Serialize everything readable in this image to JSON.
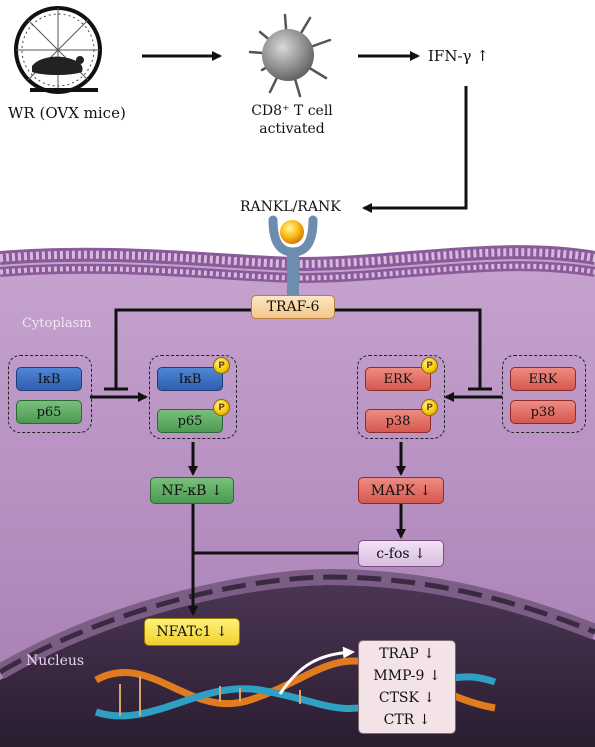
{
  "top": {
    "wheel_label": "WR (OVX mice)",
    "tcell_label_line1": "CD8⁺ T cell",
    "tcell_label_line2": "activated",
    "ifn_label": "IFN-γ ↑",
    "receptor_label": "RANKL/RANK"
  },
  "regions": {
    "cytoplasm": "Cytoplasm",
    "nucleus": "Nucleus"
  },
  "nodes": {
    "traf6": "TRAF-6",
    "ikb_inactive": "IκB",
    "p65_inactive": "p65",
    "ikb_active": "IκB",
    "p65_active": "p65",
    "erk_active": "ERK",
    "p38_active": "p38",
    "erk_inactive": "ERK",
    "p38_inactive": "p38",
    "nfkb": "NF-κB ↓",
    "mapk": "MAPK ↓",
    "cfos": "c-fos ↓",
    "nfatc1": "NFATc1 ↓",
    "phospho_badge": "P"
  },
  "outcomes": [
    "TRAP ↓",
    "MMP-9 ↓",
    "CTSK ↓",
    "CTR ↓"
  ],
  "colors": {
    "membrane": "#9a6aa8",
    "cytoplasm": "#b48fbf",
    "nucleus": "#3a2a40",
    "blue_protein": "#3a6fc4",
    "green_protein": "#5aa85e",
    "red_protein": "#e06b62",
    "phosphate": "#f5c400"
  }
}
